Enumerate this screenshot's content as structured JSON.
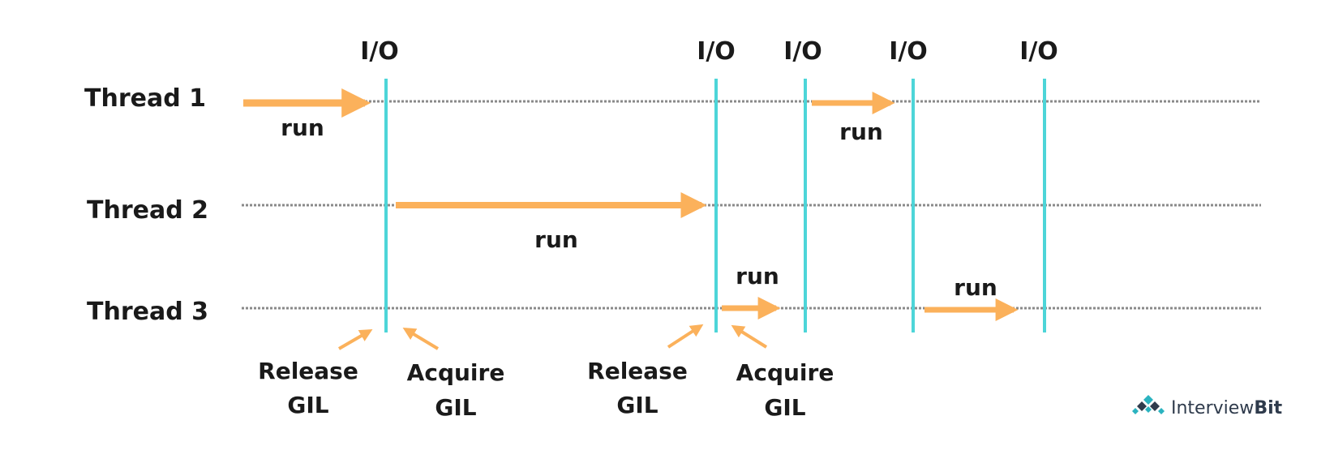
{
  "colors": {
    "run_arrow": "#FBB15B",
    "io_line": "#4DD5D8",
    "timeline": "#8a8a8a",
    "text": "#1a1a1a",
    "brand_primary": "#2f3b4c",
    "brand_accent": "#2bb3c0"
  },
  "threads": [
    {
      "label": "Thread 1"
    },
    {
      "label": "Thread 2"
    },
    {
      "label": "Thread 3"
    }
  ],
  "io_events": [
    {
      "label": "I/O"
    },
    {
      "label": "I/O"
    },
    {
      "label": "I/O"
    },
    {
      "label": "I/O"
    },
    {
      "label": "I/O"
    }
  ],
  "run_label": "run",
  "gil_annotations": [
    {
      "line1": "Release",
      "line2": "GIL"
    },
    {
      "line1": "Acquire",
      "line2": "GIL"
    },
    {
      "line1": "Release",
      "line2": "GIL"
    },
    {
      "line1": "Acquire",
      "line2": "GIL"
    }
  ],
  "brand": {
    "name_part1": "Interview",
    "name_part2": "Bit"
  }
}
